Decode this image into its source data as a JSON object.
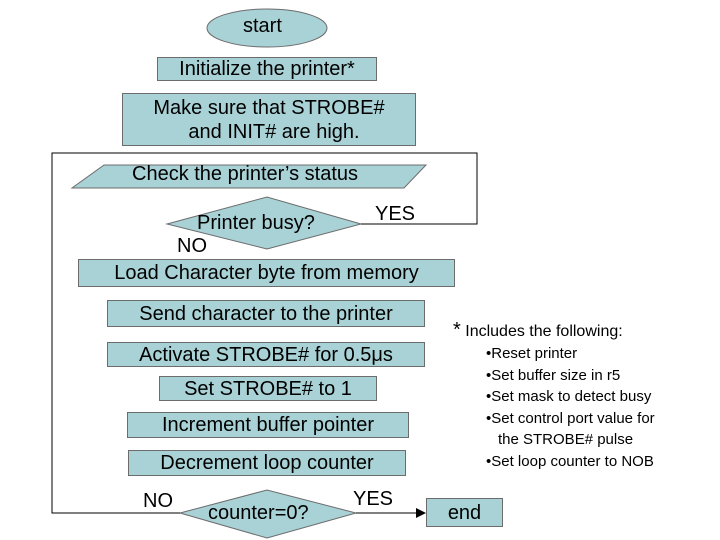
{
  "flowchart": {
    "start": "start",
    "initialize": "Initialize the printer*",
    "make_sure_line1": "Make sure that STROBE#",
    "make_sure_line2": "and INIT# are high.",
    "check_status": "Check the printer’s status",
    "printer_busy": "Printer busy?",
    "busy_yes": "YES",
    "busy_no": "NO",
    "load_char": "Load Character byte from memory",
    "send_char": "Send character to the printer",
    "activate_strobe": "Activate STROBE# for 0.5μs",
    "set_strobe": "Set STROBE# to 1",
    "increment": "Increment buffer pointer",
    "decrement": "Decrement loop counter",
    "counter_check": "counter=0?",
    "counter_no": "NO",
    "counter_yes": "YES",
    "end": "end"
  },
  "note": {
    "star": "*",
    "title": "Includes the following:",
    "items": [
      "•Reset printer",
      "•Set buffer size in r5",
      "•Set mask to detect busy",
      "•Set control port value for",
      "the STROBE# pulse",
      "•Set loop counter to NOB"
    ]
  },
  "colors": {
    "shape_fill": "#a9d2d6",
    "shape_stroke": "#6c6c6c",
    "line": "#000000",
    "background": "#ffffff"
  }
}
